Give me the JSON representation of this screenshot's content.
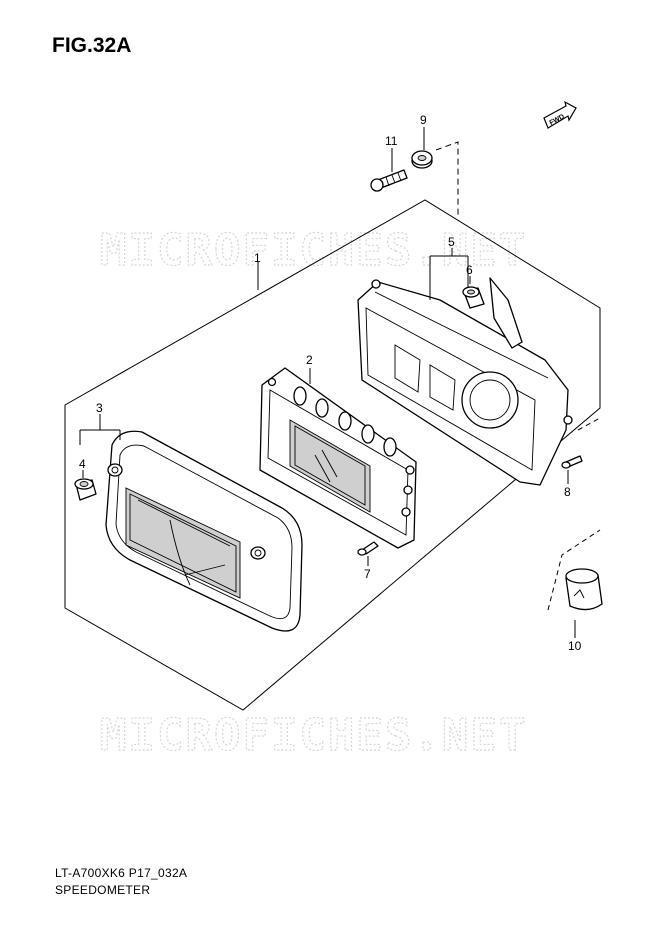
{
  "figure": {
    "title": "FIG.32A",
    "model_code": "LT-A700XK6 P17_032A",
    "assembly_name": "SPEEDOMETER"
  },
  "watermark_text": "MICROFICHES.NET",
  "fwd_label": "FWD",
  "callouts": [
    "1",
    "2",
    "3",
    "4",
    "5",
    "6",
    "7",
    "8",
    "9",
    "10",
    "11"
  ]
}
